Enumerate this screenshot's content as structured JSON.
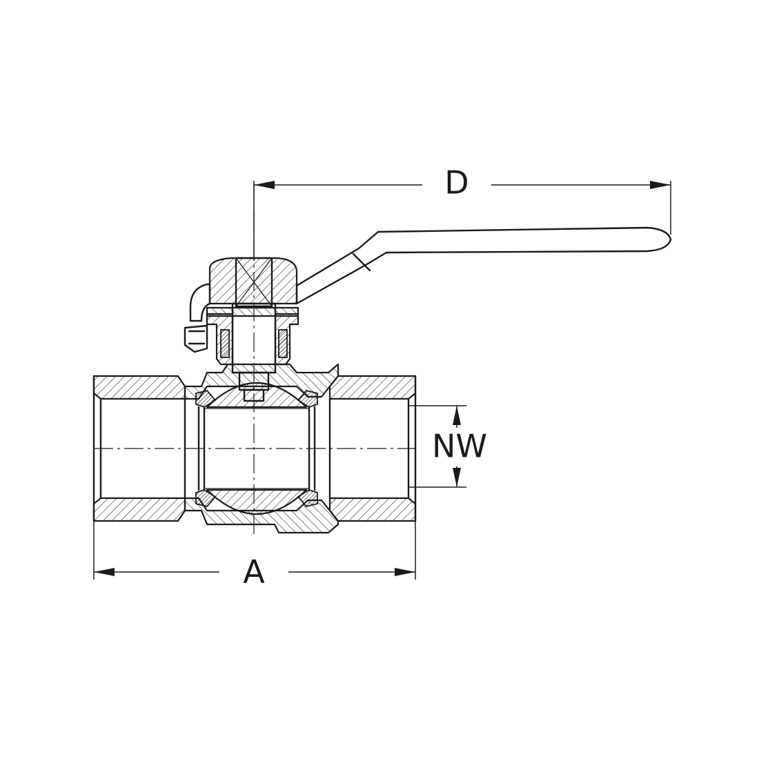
{
  "dimensions": {
    "length_label": "A",
    "handle_label": "D",
    "bore_label": "NW"
  }
}
